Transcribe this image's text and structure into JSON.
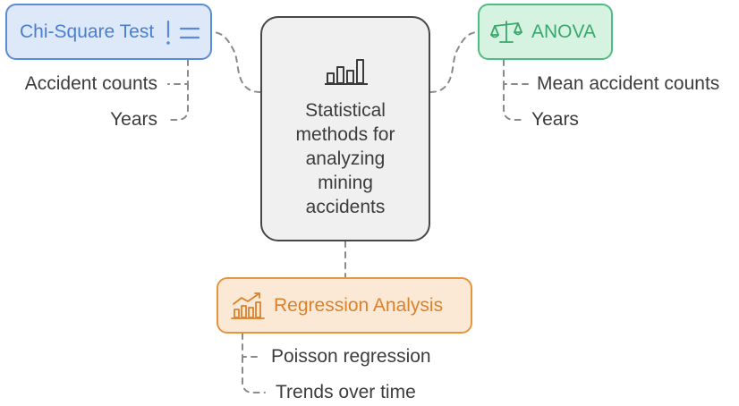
{
  "center": {
    "title": "Statistical\nmethods for\nanalyzing\nmining\naccidents",
    "icon": "bar-chart-icon"
  },
  "branches": {
    "chi_square": {
      "label": "Chi-Square Test",
      "icon": "list-icon",
      "color": "#5a8bd8",
      "fill": "#dde8f8",
      "items": [
        "Accident counts",
        "Years"
      ]
    },
    "anova": {
      "label": "ANOVA",
      "icon": "balance-scale-icon",
      "color": "#4dbd82",
      "fill": "#d6f3e2",
      "items": [
        "Mean accident counts",
        "Years"
      ]
    },
    "regression": {
      "label": "Regression Analysis",
      "icon": "trending-chart-icon",
      "color": "#e6953e",
      "fill": "#fbe9d6",
      "items": [
        "Poisson regression",
        "Trends over time"
      ]
    }
  },
  "colors": {
    "center_fill": "#f0f0f0",
    "center_border": "#474747",
    "connector": "#888888",
    "text": "#3c3c3c"
  }
}
